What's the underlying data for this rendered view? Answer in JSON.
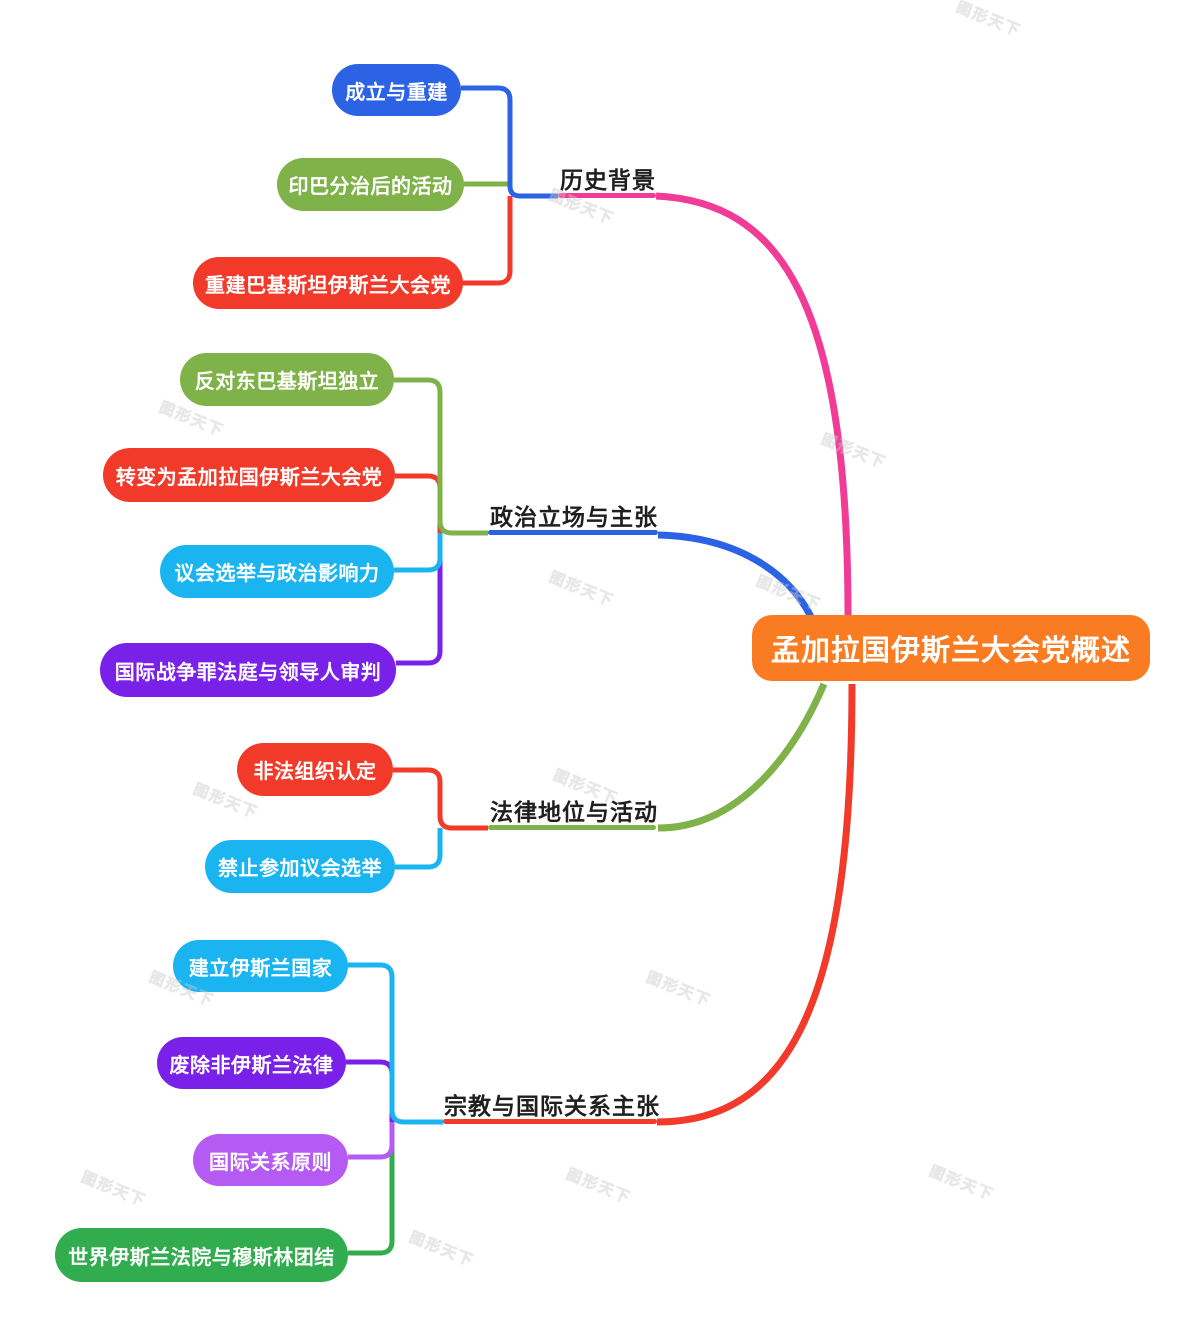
{
  "background": "#ffffff",
  "watermark": {
    "text": "图形天下"
  },
  "root": {
    "label": "孟加拉国伊斯兰大会党概述",
    "bg": "#F97C22",
    "text_color": "#FFFFFF"
  },
  "branches": [
    {
      "label": "历史背景",
      "color": "#F13C97",
      "children": [
        {
          "label": "成立与重建",
          "bg": "#2C63E4"
        },
        {
          "label": "印巴分治后的活动",
          "bg": "#80B24A"
        },
        {
          "label": "重建巴基斯坦伊斯兰大会党",
          "bg": "#F23A2B"
        }
      ]
    },
    {
      "label": "政治立场与主张",
      "color": "#2C63E4",
      "children": [
        {
          "label": "反对东巴基斯坦独立",
          "bg": "#80B24A"
        },
        {
          "label": "转变为孟加拉国伊斯兰大会党",
          "bg": "#F23A2B"
        },
        {
          "label": "议会选举与政治影响力",
          "bg": "#1AB5F1"
        },
        {
          "label": "国际战争罪法庭与领导人审判",
          "bg": "#7A21E9"
        }
      ]
    },
    {
      "label": "法律地位与活动",
      "color": "#80B24A",
      "children": [
        {
          "label": "非法组织认定",
          "bg": "#F23A2B"
        },
        {
          "label": "禁止参加议会选举",
          "bg": "#1AB5F1"
        }
      ]
    },
    {
      "label": "宗教与国际关系主张",
      "color": "#F23A2B",
      "children": [
        {
          "label": "建立伊斯兰国家",
          "bg": "#1AB5F1"
        },
        {
          "label": "废除非伊斯兰法律",
          "bg": "#7A21E9"
        },
        {
          "label": "国际关系原则",
          "bg": "#B55AF2"
        },
        {
          "label": "世界伊斯兰法院与穆斯林团结",
          "bg": "#31AC4F"
        }
      ]
    }
  ]
}
